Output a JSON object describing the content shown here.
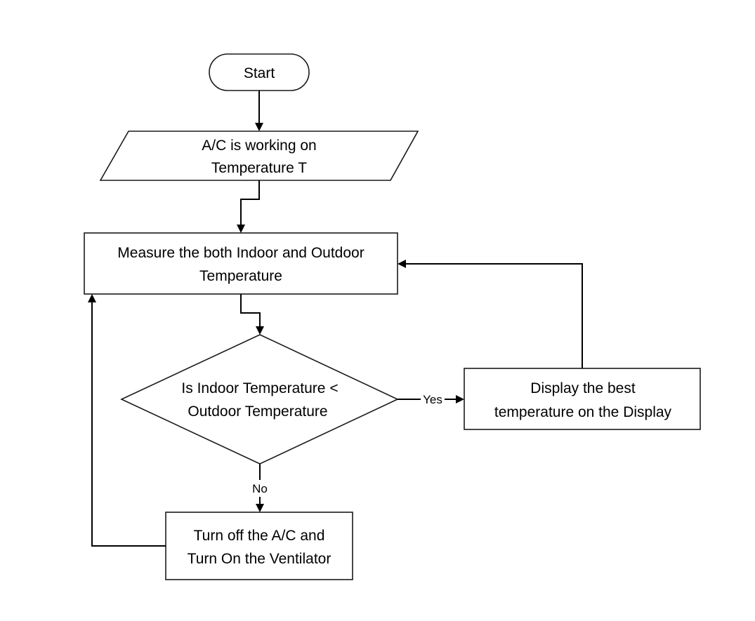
{
  "diagram": {
    "type": "flowchart",
    "nodes": {
      "start": {
        "shape": "terminator",
        "lines": [
          "Start"
        ]
      },
      "input": {
        "shape": "parallelogram",
        "lines": [
          "A/C is working on",
          "Temperature T"
        ]
      },
      "measure": {
        "shape": "process",
        "lines": [
          "Measure the both Indoor and Outdoor",
          "Temperature"
        ]
      },
      "decision": {
        "shape": "decision",
        "lines": [
          "Is Indoor Temperature <",
          "Outdoor Temperature"
        ]
      },
      "display": {
        "shape": "process",
        "lines": [
          "Display the best",
          "temperature on the Display"
        ]
      },
      "turnoff": {
        "shape": "process",
        "lines": [
          "Turn off the A/C and",
          "Turn On the Ventilator"
        ]
      }
    },
    "edges": [
      {
        "from": "start",
        "to": "input",
        "label": ""
      },
      {
        "from": "input",
        "to": "measure",
        "label": ""
      },
      {
        "from": "measure",
        "to": "decision",
        "label": ""
      },
      {
        "from": "decision",
        "to": "display",
        "label": "Yes"
      },
      {
        "from": "decision",
        "to": "turnoff",
        "label": "No"
      },
      {
        "from": "display",
        "to": "measure",
        "label": ""
      },
      {
        "from": "turnoff",
        "to": "measure",
        "label": ""
      }
    ]
  }
}
